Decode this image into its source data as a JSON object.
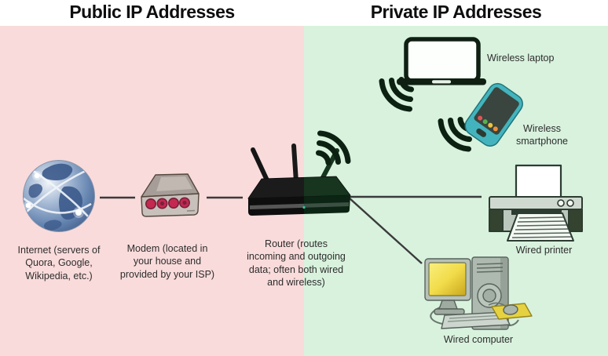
{
  "titles": {
    "public": "Public IP Addresses",
    "private": "Private IP Addresses"
  },
  "labels": {
    "internet": "Internet (servers of\nQuora, Google,\nWikipedia, etc.)",
    "modem": "Modem (located in\nyour house and\nprovided by your ISP)",
    "router": "Router (routes\nincoming and outgoing\ndata; often both wired\nand wireless)",
    "wireless_laptop": "Wireless laptop",
    "wireless_smartphone": "Wireless\nsmartphone",
    "wired_printer": "Wired printer",
    "wired_computer": "Wired computer"
  },
  "nodes": [
    "Internet",
    "Modem",
    "Router",
    "Wireless laptop",
    "Wireless smartphone",
    "Wired printer",
    "Wired computer"
  ],
  "connections": [
    {
      "from": "Internet",
      "to": "Modem",
      "type": "wired"
    },
    {
      "from": "Modem",
      "to": "Router",
      "type": "wired"
    },
    {
      "from": "Router",
      "to": "Wired printer",
      "type": "wired"
    },
    {
      "from": "Router",
      "to": "Wired computer",
      "type": "wired"
    },
    {
      "from": "Router",
      "to": "Wireless laptop",
      "type": "wireless"
    },
    {
      "from": "Router",
      "to": "Wireless smartphone",
      "type": "wireless"
    }
  ],
  "icons": {
    "internet": "globe-icon",
    "modem": "modem-box-icon",
    "router": "wireless-router-icon",
    "wireless_signal": "wifi-arcs-icon",
    "laptop": "laptop-icon",
    "smartphone": "smartphone-icon",
    "printer": "printer-icon",
    "computer": "desktop-computer-icon"
  },
  "colors": {
    "header_bg": "#ffffff",
    "public_bg": "#f9dbdb",
    "private_bg": "#d8f2de",
    "title_text": "#0e0e0e",
    "label_text": "#2e2d2c",
    "connector_line": "#3b3b3b",
    "wifi_icon": "#0d2112",
    "router_body_left": "#1b1b1b",
    "router_body_right": "#17351f",
    "modem_light": "#c42950",
    "phone_body": "#43b4bd",
    "monitor_screen_yellow": "#f2dc4a"
  }
}
